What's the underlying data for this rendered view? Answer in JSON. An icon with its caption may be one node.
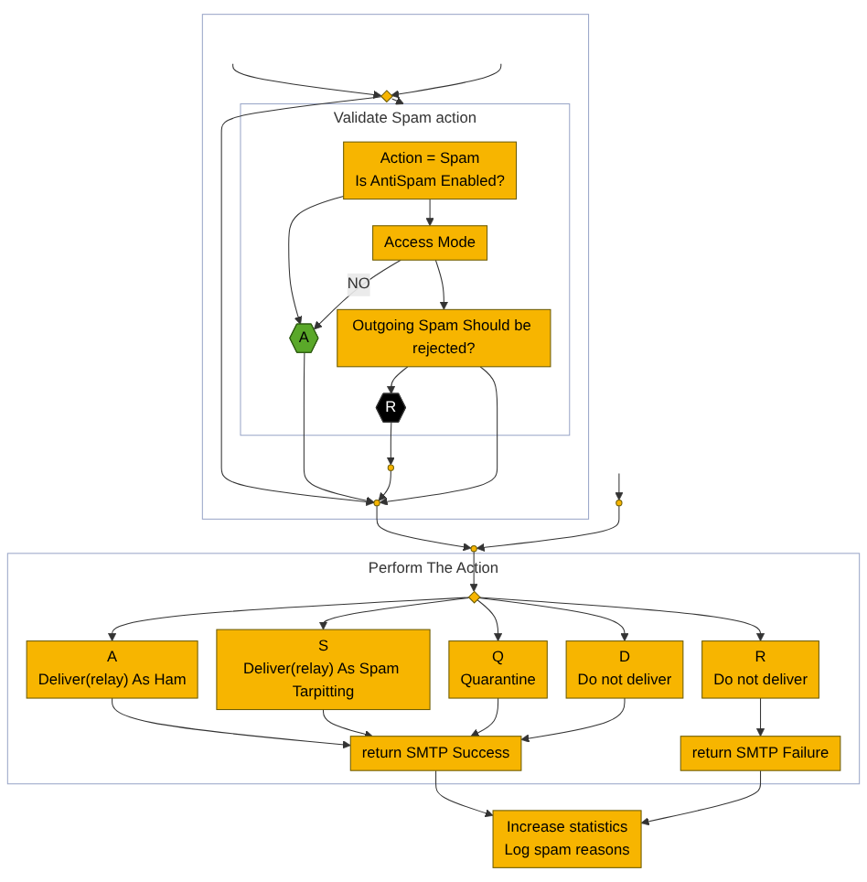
{
  "diagram": {
    "nodes": [
      {
        "text": [],
        "shape": "box"
      },
      {
        "text": [],
        "shape": "diamond",
        "in": 0
      },
      {
        "text": [
          "Validate Spam action"
        ],
        "in": 0
      },
      {
        "text": [
          "Action = Spam",
          "Is AntiSpam Enabled?"
        ],
        "in": 2
      },
      {
        "text": [
          "A"
        ],
        "in": 2
      },
      {
        "text": [
          "Access Mode"
        ],
        "in": 2
      },
      {
        "text": [
          "Outgoing Spam Should be rejected?"
        ],
        "in": 2
      },
      {
        "text": [
          "R"
        ],
        "in": 2
      },
      {
        "text": [],
        "shape": "circle",
        "in": 0
      },
      {
        "text": [],
        "shape": "circle",
        "in": 0
      },
      {
        "text": [],
        "shape": "circle"
      },
      {
        "text": [],
        "shape": "circle"
      },
      {
        "text": [
          "Perform The Action"
        ]
      },
      {
        "text": [],
        "shape": "diamond",
        "in": 12
      },
      {
        "text": [
          "A",
          "Deliver(relay) As Ham"
        ],
        "in": 12
      },
      {
        "text": [
          "S",
          "Deliver(relay) As Spam Tarpitting"
        ],
        "in": 12
      },
      {
        "text": [
          "Q",
          "Quarantine"
        ],
        "in": 12
      },
      {
        "text": [
          "D",
          "Do not deliver"
        ],
        "in": 12
      },
      {
        "text": [
          "R",
          "Do not deliver"
        ],
        "in": 12
      },
      {
        "text": [
          "return SMTP Success"
        ],
        "in": 12
      },
      {
        "text": [
          "return SMTP Failure"
        ],
        "in": 12
      },
      {
        "text": [
          "Increase statistics",
          "Log spam reasons"
        ]
      }
    ],
    "edges": [
      {
        "from": null,
        "to": 1,
        "arrow": "to"
      },
      {
        "from": null,
        "to": 1,
        "arrow": "to"
      },
      {
        "from": 1,
        "to": 2,
        "arrow": "to"
      },
      {
        "from": 1,
        "to": 8,
        "arrow": "to"
      },
      {
        "from": 3,
        "to": 4,
        "arrow": "to"
      },
      {
        "from": 3,
        "to": 5,
        "arrow": "to"
      },
      {
        "from": 5,
        "to": 4,
        "arrow": "to",
        "label": "NO"
      },
      {
        "from": 5,
        "to": 6,
        "arrow": "to"
      },
      {
        "from": 6,
        "to": 7,
        "arrow": "to"
      },
      {
        "from": 6,
        "to": 8,
        "arrow": "to"
      },
      {
        "from": 4,
        "to": 8,
        "arrow": "to"
      },
      {
        "from": 7,
        "to": 9,
        "arrow": "to"
      },
      {
        "from": 9,
        "to": 8,
        "arrow": "to"
      },
      {
        "from": 8,
        "to": 10,
        "arrow": "to"
      },
      {
        "from": null,
        "to": 11,
        "arrow": "to"
      },
      {
        "from": 11,
        "to": 10,
        "arrow": "to"
      },
      {
        "from": 10,
        "to": 13,
        "arrow": "to"
      },
      {
        "from": 13,
        "to": 14,
        "arrow": "to"
      },
      {
        "from": 13,
        "to": 15,
        "arrow": "to"
      },
      {
        "from": 13,
        "to": 16,
        "arrow": "to"
      },
      {
        "from": 13,
        "to": 17,
        "arrow": "to"
      },
      {
        "from": 13,
        "to": 18,
        "arrow": "to"
      },
      {
        "from": 14,
        "to": 19,
        "arrow": "to"
      },
      {
        "from": 15,
        "to": 19,
        "arrow": "to"
      },
      {
        "from": 16,
        "to": 19,
        "arrow": "to"
      },
      {
        "from": 17,
        "to": 19,
        "arrow": "to"
      },
      {
        "from": 18,
        "to": 20,
        "arrow": "to"
      },
      {
        "from": 19,
        "to": 21,
        "arrow": "to"
      },
      {
        "from": 20,
        "to": 21,
        "arrow": "to"
      }
    ]
  }
}
